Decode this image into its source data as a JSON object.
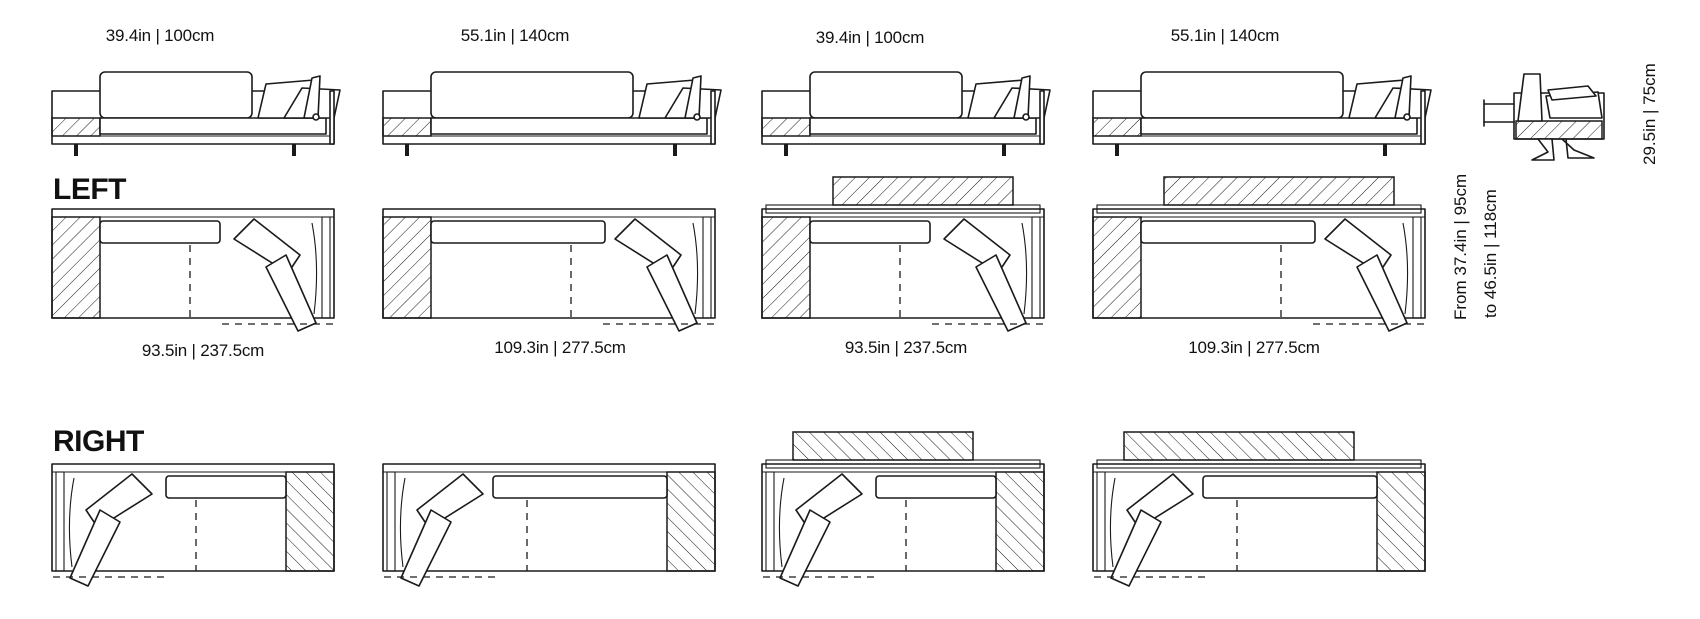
{
  "headings": {
    "left": "LEFT",
    "right": "RIGHT"
  },
  "dimensions": {
    "top_widths": [
      "39.4in | 100cm",
      "55.1in | 140cm",
      "39.4in | 100cm",
      "55.1in | 140cm"
    ],
    "bottom_widths": [
      "93.5in | 237.5cm",
      "109.3in | 277.5cm",
      "93.5in | 237.5cm",
      "109.3in | 277.5cm"
    ],
    "depth_line1": "From 37.4in | 95cm",
    "depth_line2": "to 46.5in | 118cm",
    "height": "29.5in | 75cm"
  },
  "colors": {
    "line": "#1a1a1a",
    "background": "#ffffff"
  }
}
